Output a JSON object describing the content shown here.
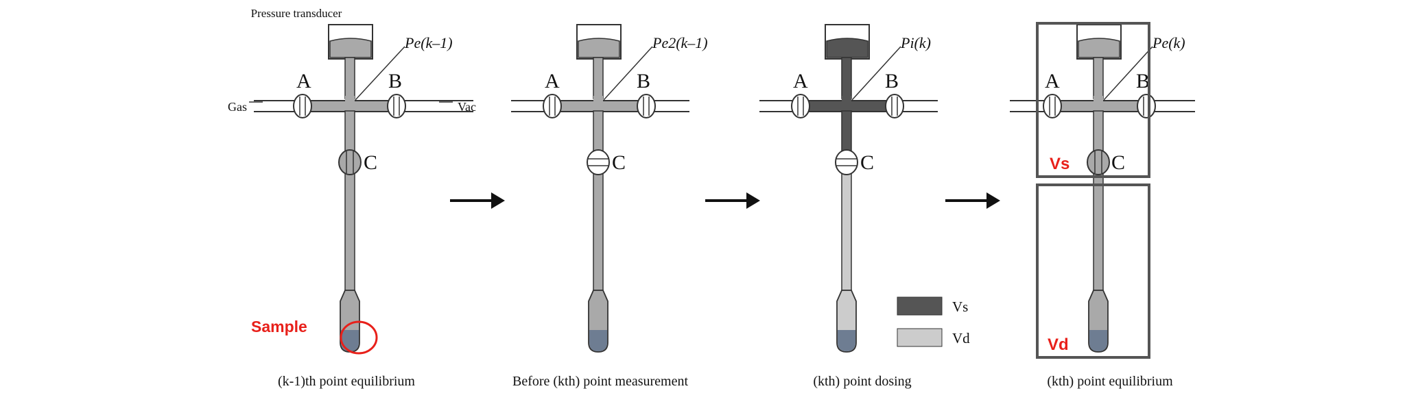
{
  "colors": {
    "gas_gray": "#a9a9a9",
    "dark_gray": "#555555",
    "light_gray": "#cccccc",
    "highlight_red": "#e8201a",
    "outline": "#333333",
    "box": "#555555"
  },
  "labels": {
    "pressure_transducer": "Pressure transducer",
    "gas": "Gas",
    "vac": "Vac",
    "valve_a": "A",
    "valve_b": "B",
    "valve_c": "C",
    "sample": "Sample"
  },
  "panels": [
    {
      "pressure_label": "Pe(k–1)",
      "caption": "(k-1)th point equilibrium",
      "valve_states": {
        "A": "closed",
        "B": "closed",
        "C": "open"
      },
      "fill": "gray"
    },
    {
      "pressure_label": "Pe2(k–1)",
      "caption": "Before (kth) point measurement",
      "valve_states": {
        "A": "closed",
        "B": "closed",
        "C": "closed"
      },
      "fill": "gray"
    },
    {
      "pressure_label": "Pi(k)",
      "caption": "(kth) point dosing",
      "valve_states": {
        "A": "closed",
        "B": "closed",
        "C": "closed"
      },
      "fill": "dark-top"
    },
    {
      "pressure_label": "Pe(k)",
      "caption": "(kth) point equilibrium",
      "valve_states": {
        "A": "closed",
        "B": "closed",
        "C": "open"
      },
      "fill": "gray"
    }
  ],
  "legend": [
    {
      "label": "Vs",
      "color": "#555555"
    },
    {
      "label": "Vd",
      "color": "#cccccc"
    }
  ],
  "volume_boxes": [
    {
      "label": "Vs"
    },
    {
      "label": "Vd"
    }
  ]
}
